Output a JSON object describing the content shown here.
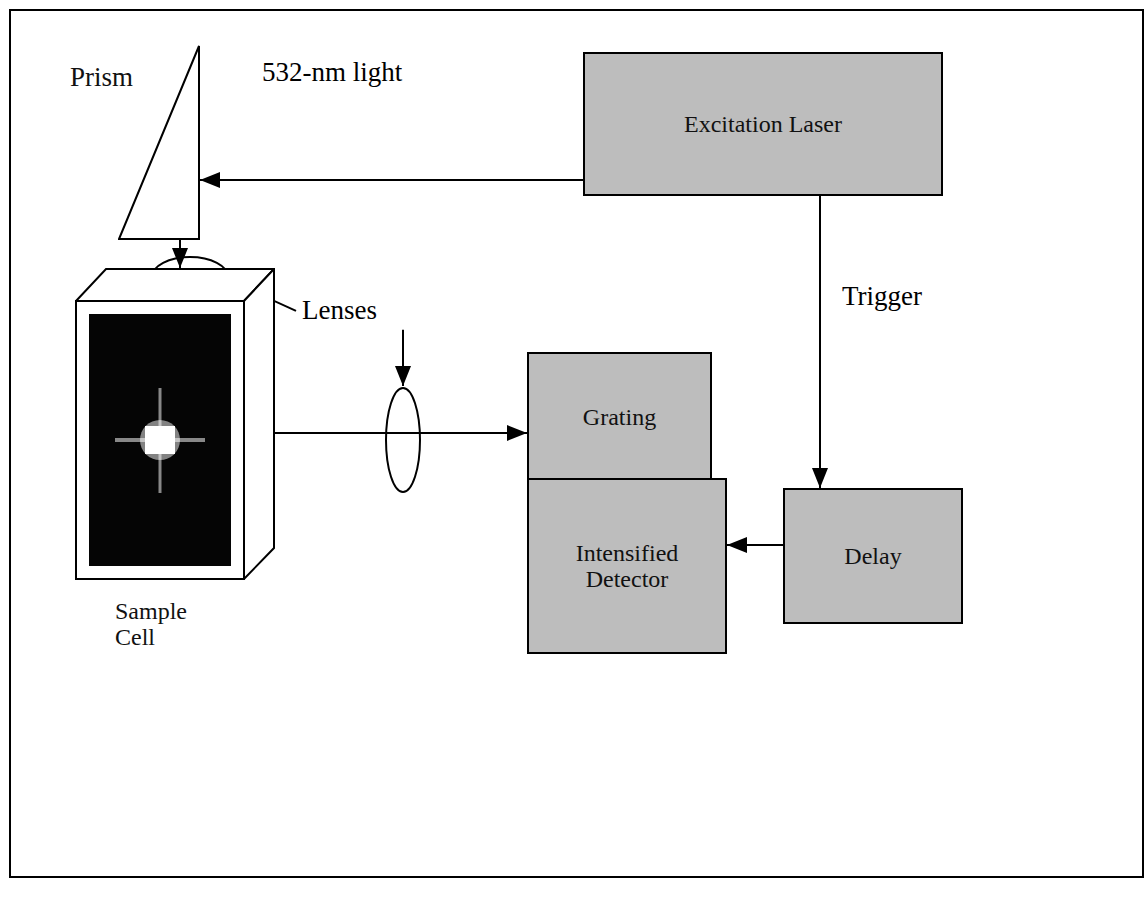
{
  "diagram": {
    "nodes": [
      {
        "text": [
          "Excitation Laser"
        ]
      },
      {
        "text": [
          "Prism"
        ]
      },
      {
        "text": [
          "Sample Cell"
        ]
      },
      {
        "text": [
          "Grating"
        ]
      },
      {
        "text": [
          "Intensified Detector"
        ]
      },
      {
        "text": [
          "Delay"
        ]
      }
    ],
    "edges": [
      {
        "from": 0,
        "to": 1,
        "label": "532-nm light",
        "arrow": "to"
      },
      {
        "from": 1,
        "to": 2,
        "arrow": "to"
      },
      {
        "from": 2,
        "to": 3,
        "arrow": "to"
      },
      {
        "from": 0,
        "to": 5,
        "label": "Trigger",
        "arrow": "to"
      },
      {
        "from": 5,
        "to": 4,
        "arrow": "to"
      }
    ],
    "labels": [
      "Lenses"
    ]
  }
}
